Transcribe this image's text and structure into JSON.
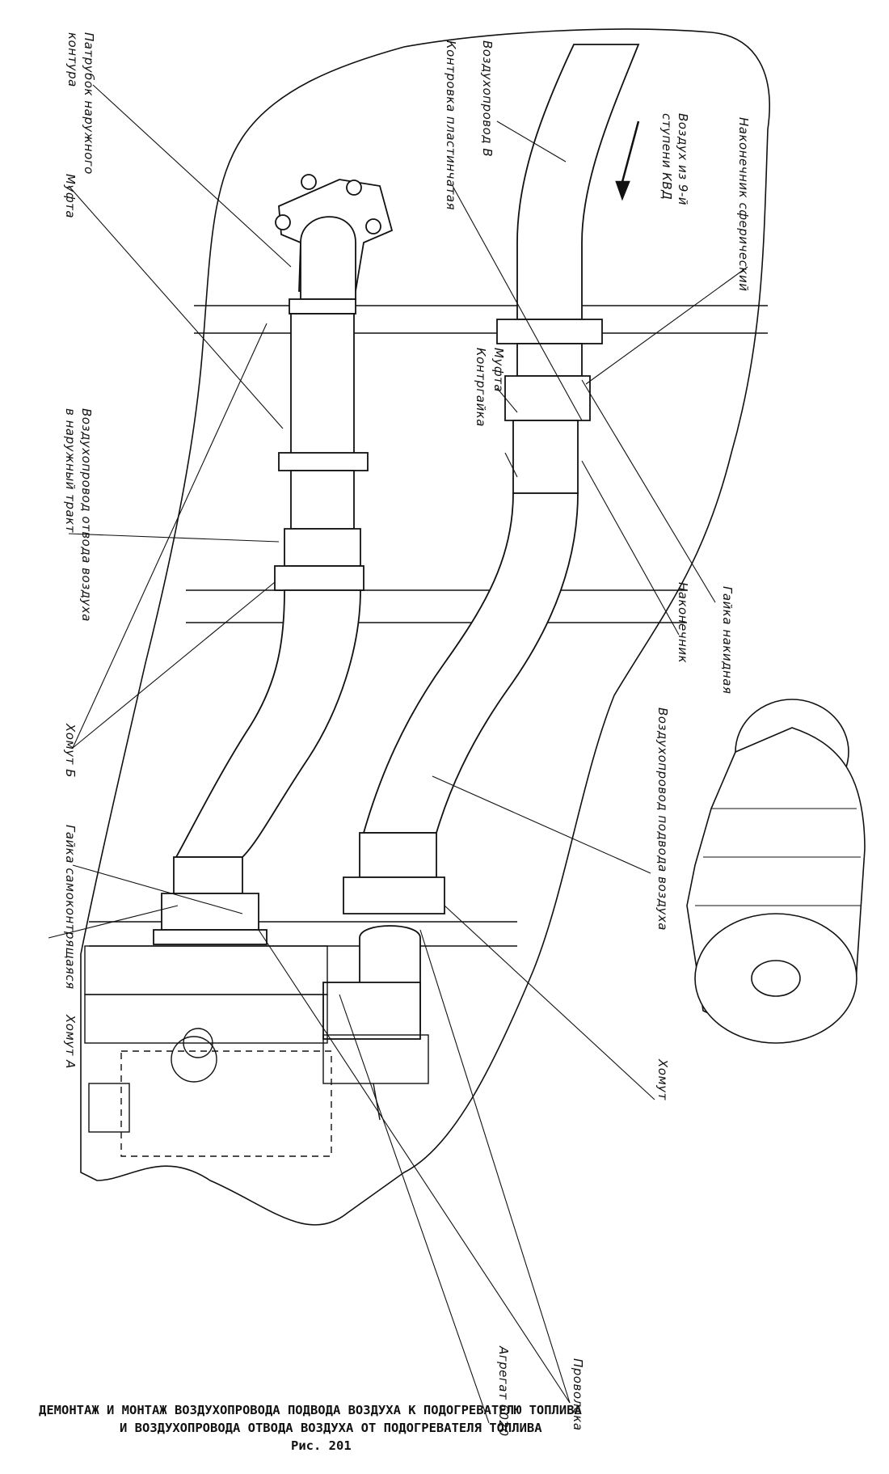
{
  "labels": {
    "patrubok": "Патрубок наружного",
    "patrubok2": "контура",
    "mufta_left": "Муфта",
    "vozdukhoprovod_otvoda": "Воздухопровод отвода воздуха",
    "v_naruzhny_trakt": "в наружный тракт",
    "khomut_b": "Хомут Б",
    "gaika_samokontr": "Гайка самоконтрящаяся",
    "khomut_a": "Хомут А",
    "vozdukhoprovod_v": "Воздухопровод В",
    "kontrovka": "Контровка пластинчатая",
    "vozdukh_iz": "Воздух из 9-й",
    "stupeni_kvd": "ступени КВД",
    "nakonechnik_sfer": "Наконечник сферический",
    "mufta_right": "Муфта",
    "kontrgaika": "Контргайка",
    "gaika_nakidnaya": "Гайка накидная",
    "nakonechnik": "Наконечник",
    "vozdukhoprovod_podvoda": "Воздухопровод подвода воздуха",
    "khomut": "Хомут",
    "provoloka": "Проволока",
    "agregat": "Агрегат 6020"
  },
  "caption": {
    "line1": "ДЕМОНТАЖ И МОНТАЖ ВОЗДУХОПРОВОДА ПОДВОДА ВОЗДУХА К ПОДОГРЕВАТЕЛЮ ТОПЛИВА",
    "line2": "И ВОЗДУХОПРОВОДА ОТВОДА ВОЗДУХА ОТ ПОДОГРЕВАТЕЛЯ ТОПЛИВА",
    "line3": "Рис. 201"
  }
}
